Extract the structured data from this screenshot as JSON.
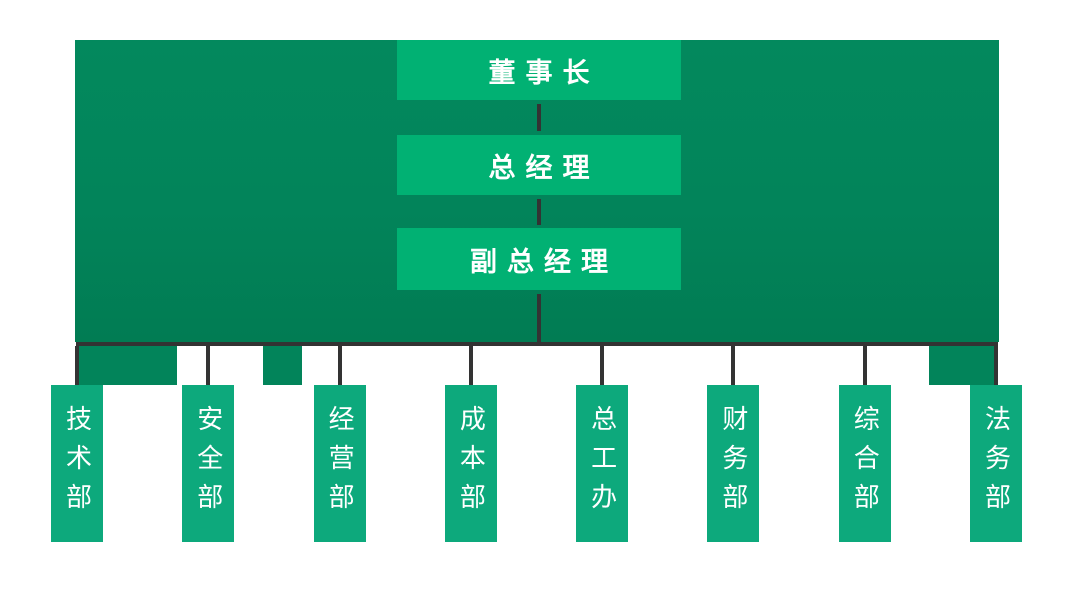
{
  "org_chart": {
    "leadership_chain": [
      {
        "label": "董事长"
      },
      {
        "label": "总经理"
      },
      {
        "label": "副总经理"
      }
    ],
    "departments": [
      {
        "label": "技术部"
      },
      {
        "label": "安全部"
      },
      {
        "label": "经营部"
      },
      {
        "label": "成本部"
      },
      {
        "label": "总工办"
      },
      {
        "label": "财务部"
      },
      {
        "label": "综合部"
      },
      {
        "label": "法务部"
      }
    ]
  },
  "colors": {
    "page_background": "#ffffff",
    "panel_green": "#02845a",
    "panel_green_highlight": "#03895d",
    "panel_green_shadow": "#017c53",
    "leader_box_green": "#01b173",
    "department_box_green": "#0da97c",
    "connector_dark": "#333333",
    "text_white": "#ffffff"
  }
}
